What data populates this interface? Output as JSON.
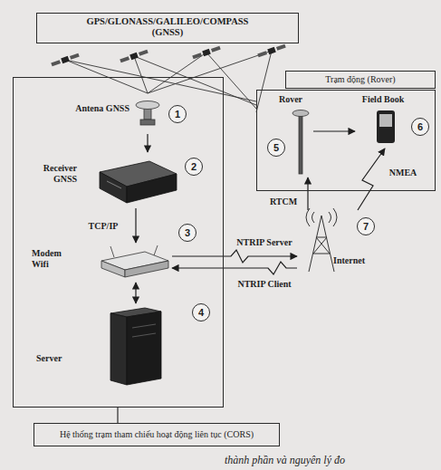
{
  "diagram": {
    "caption": "thành phần và nguyên lý đo",
    "nodes": [
      {
        "text": [
          "GPS/GLONASS/GALILEO/COMPASS (GNSS)"
        ]
      },
      {
        "text": [
          "Hệ thống trạm tham chiếu hoạt động liên tục (CORS)"
        ]
      },
      {
        "text": [
          "Antena GNSS"
        ],
        "in": 1
      },
      {
        "text": [
          "Receiver GNSS"
        ],
        "in": 1
      },
      {
        "text": [
          "Modem Wifi"
        ],
        "in": 1
      },
      {
        "text": [
          "Server"
        ],
        "in": 1
      },
      {
        "text": [
          "Trạm động (Rover)"
        ]
      },
      {
        "text": [
          "Rover"
        ],
        "in": 6
      },
      {
        "text": [
          "Field Book"
        ],
        "in": 6
      },
      {
        "text": [
          "Internet"
        ]
      }
    ],
    "edges": [
      {
        "from": 2,
        "to": 3,
        "arrow": "to"
      },
      {
        "from": 3,
        "to": 4,
        "label": "TCP/IP",
        "arrow": "to"
      },
      {
        "from": 4,
        "to": 5,
        "arrow": "both"
      },
      {
        "from": 4,
        "to": 9,
        "label": "NTRIP Server",
        "arrow": "to"
      },
      {
        "from": 9,
        "to": 4,
        "label": "NTRIP Client",
        "arrow": "to"
      },
      {
        "from": 9,
        "to": 7,
        "label": "RTCM",
        "arrow": "to"
      },
      {
        "from": 9,
        "to": 8,
        "label": "NMEA",
        "arrow": "to"
      },
      {
        "from": 7,
        "to": 8,
        "arrow": "to"
      }
    ],
    "labels": [
      "1",
      "2",
      "3",
      "4",
      "5",
      "6",
      "7"
    ]
  }
}
